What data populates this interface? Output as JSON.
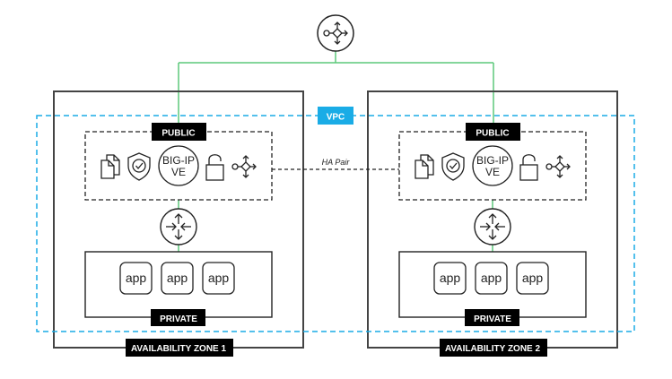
{
  "diagram": {
    "vpc": {
      "label": "VPC",
      "color": "#1aace6"
    },
    "link_color": "#5cc87a",
    "load_balancer": {
      "icon": "load-balancer-icon"
    },
    "ha_link": {
      "label": "HA Pair"
    },
    "zones": [
      {
        "label": "AVAILABILITY ZONE 1",
        "public_subnet": {
          "label": "PUBLIC",
          "icons": [
            "documents-icon",
            "shield-check-icon",
            "big-ip-ve-icon",
            "padlock-open-icon",
            "load-balancer-icon"
          ],
          "big_ip": {
            "line1": "BIG-IP",
            "line2": "VE"
          }
        },
        "router": {
          "icon": "router-icon"
        },
        "private_subnet": {
          "label": "PRIVATE",
          "apps": [
            "app",
            "app",
            "app"
          ]
        }
      },
      {
        "label": "AVAILABILITY ZONE 2",
        "public_subnet": {
          "label": "PUBLIC",
          "icons": [
            "documents-icon",
            "shield-check-icon",
            "big-ip-ve-icon",
            "padlock-open-icon",
            "load-balancer-icon"
          ],
          "big_ip": {
            "line1": "BIG-IP",
            "line2": "VE"
          }
        },
        "router": {
          "icon": "router-icon"
        },
        "private_subnet": {
          "label": "PRIVATE",
          "apps": [
            "app",
            "app",
            "app"
          ]
        }
      }
    ]
  }
}
